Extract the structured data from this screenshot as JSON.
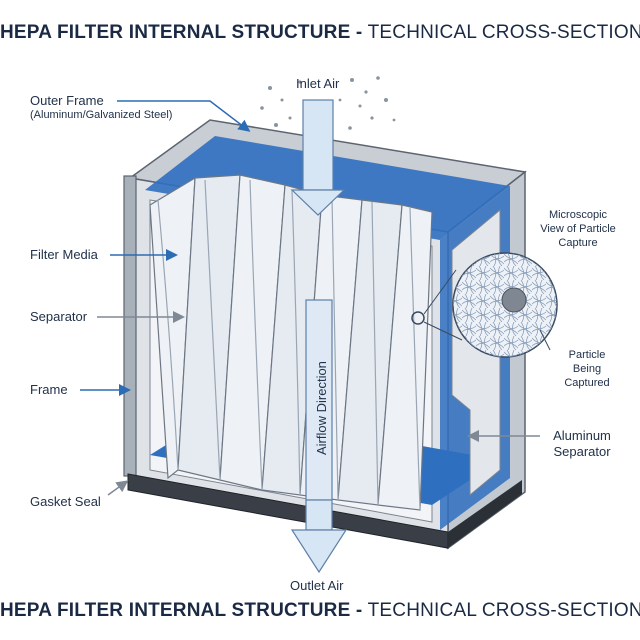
{
  "title": {
    "bold": "HEPA FILTER INTERNAL STRUCTURE -",
    "normal": "TECHNICAL CROSS-SECTION"
  },
  "labels": {
    "outer_frame": "Outer Frame",
    "outer_frame_material": "(Aluminum/Galvanized Steel)",
    "filter_media": "Filter Media",
    "separator": "Separator",
    "frame": "Frame",
    "gasket_seal": "Gasket Seal",
    "inlet_air": "Inlet Air",
    "outlet_air": "Outlet Air",
    "airflow_direction": "Airflow Direction",
    "microscopic_view": [
      "Microscopic",
      "View of Particle",
      "Capture"
    ],
    "particle_captured": [
      "Particle",
      "Being",
      "Captured"
    ],
    "aluminum_separator": [
      "Aluminum",
      "Separator"
    ]
  },
  "colors": {
    "frame_blue": "#2f6fc0",
    "frame_gray": "#9aa3ad",
    "media": "#e9eef4",
    "arrow_fill": "#d6e6f5",
    "leader_blue": "#2b6cb5",
    "leader_gray": "#8a93a0"
  }
}
